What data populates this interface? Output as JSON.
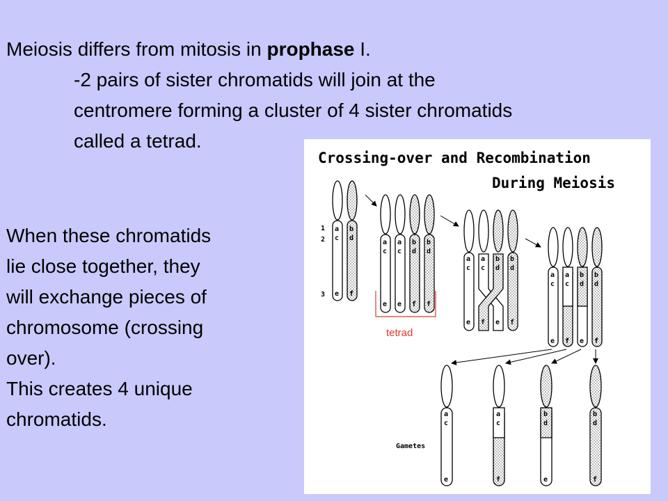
{
  "slide": {
    "line1_a": "Meiosis differs from mitosis in ",
    "line1_b": "prophase",
    "line1_c": " I.",
    "line2": "-2 pairs of sister chromatids will join at the",
    "line3": "centromere forming a cluster of 4 sister chromatids",
    "line4": "called a tetrad.",
    "p2": [
      "When these chromatids",
      "lie close together, they",
      " will exchange pieces of",
      " chromosome (crossing",
      " over).",
      "This creates 4 unique",
      "chromatids."
    ]
  },
  "diagram": {
    "title1": "Crossing-over and Recombination",
    "title2": "During Meiosis",
    "row_labels": [
      "1",
      "2",
      "3"
    ],
    "tetrad_label": "tetrad",
    "gametes_label": "Gametes",
    "gene_labels": {
      "a": "a",
      "b": "b",
      "c": "c",
      "d": "d",
      "e": "e",
      "f": "f"
    }
  },
  "colors": {
    "background": "#c9c9fb",
    "tetrad_bracket": "#e0392b"
  }
}
